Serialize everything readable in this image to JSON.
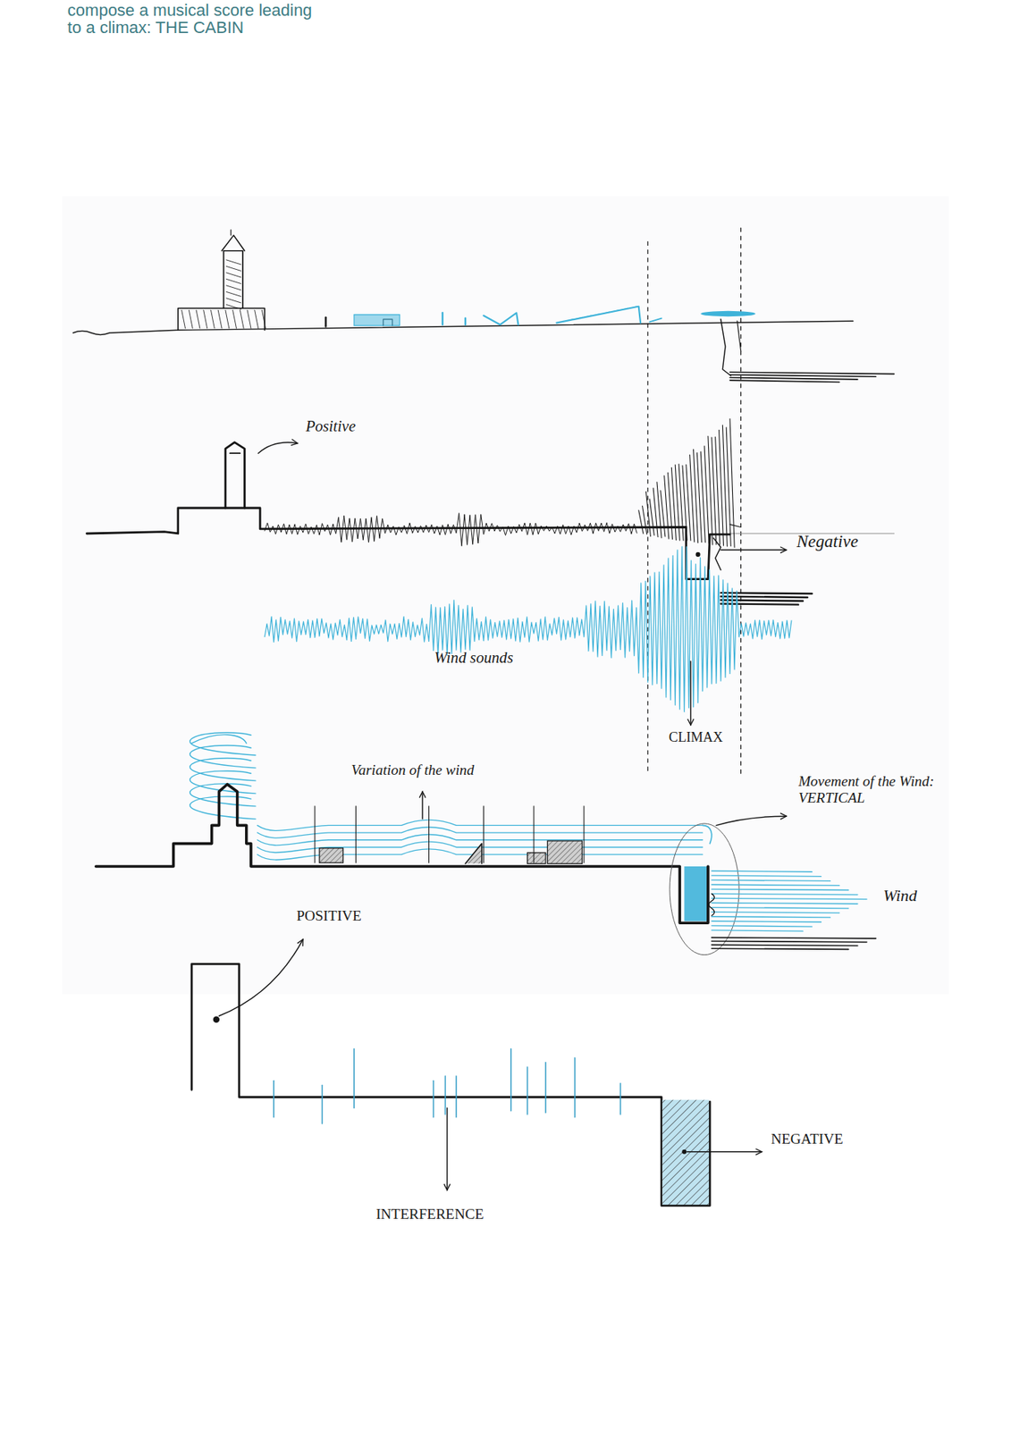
{
  "diagram": {
    "title": "compose a musical score leading to a climax: THE CABIN",
    "labels": [
      "Positive",
      "Negative",
      "Wind sounds",
      "CLIMAX",
      "Variation of the wind",
      "Movement of the Wind: VERTICAL",
      "Wind",
      "POSITIVE",
      "NEGATIVE",
      "INTERFERENCE"
    ]
  }
}
